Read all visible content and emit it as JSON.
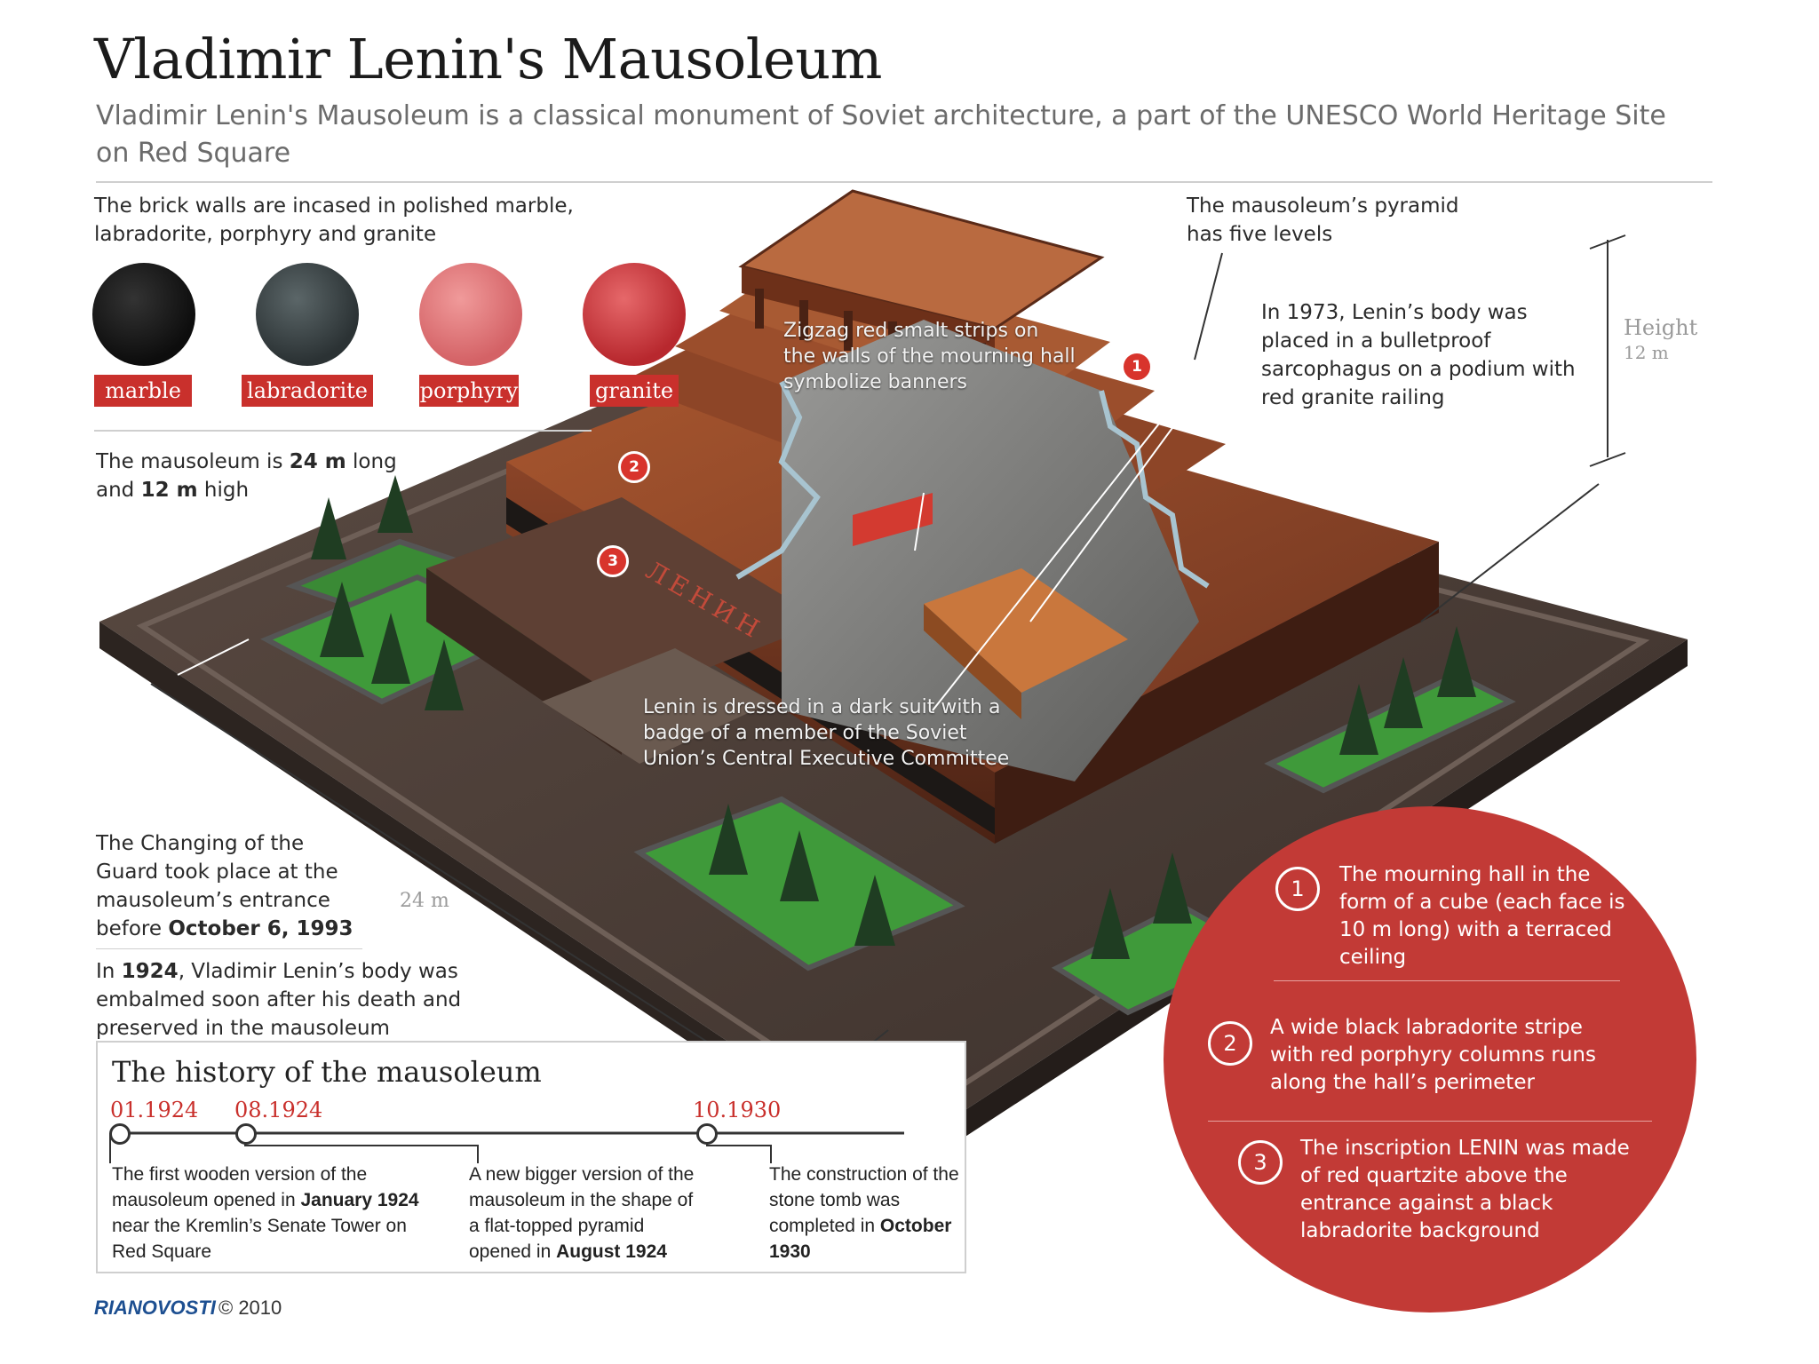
{
  "header": {
    "title": "Vladimir Lenin's Mausoleum",
    "subtitle": "Vladimir Lenin's Mausoleum is a classical monument of Soviet architecture, a part of the UNESCO World Heritage Site on Red Square"
  },
  "materials": {
    "intro": "The brick walls are incased in polished marble, labradorite, porphyry and granite",
    "items": [
      {
        "label": "marble",
        "color": "#1a1a1a"
      },
      {
        "label": "labradorite",
        "color": "#3b4446"
      },
      {
        "label": "porphyry",
        "color": "#d9676a"
      },
      {
        "label": "granite",
        "color": "#c9393d"
      }
    ]
  },
  "facts": {
    "size_pre": "The mausoleum is ",
    "size_length": "24 m",
    "size_mid": " long and ",
    "size_height": "12 m",
    "size_post": " high",
    "pyramid": "The mausoleum’s pyramid has five levels",
    "sarcophagus": "In 1973, Lenin’s body was placed in a bulletproof sarcophagus on a podium with red granite railing",
    "zigzag": "Zigzag red smalt strips on the walls of the mourning hall symbolize banners",
    "dressed": "Lenin is dressed in a dark suit with a badge of a member of the Soviet Union’s Central Executive Committee",
    "guard_text": "The Changing of the Guard took place at the mausoleum’s entrance before",
    "guard_date": "October 6, 1993",
    "embalm_year": "1924",
    "embalm_pre": "In ",
    "embalm_text": ", Vladimir Lenin’s body was embalmed soon after his death and preserved in the mausoleum",
    "height_label": "Height",
    "height_value": "12 m",
    "length_value": "24 m",
    "inscription": "ЛЕНИН"
  },
  "markers": [
    "1",
    "2",
    "3"
  ],
  "features": [
    {
      "num": "1",
      "text": "The mourning hall in the form of a cube (each face is 10 m long) with a terraced ceiling"
    },
    {
      "num": "2",
      "text": "A wide black labradorite stripe with red porphyry columns runs along the hall’s perimeter"
    },
    {
      "num": "3",
      "text": "The inscription LENIN was made of red quartzite above the entrance against a black labradorite background"
    }
  ],
  "history": {
    "title": "The history of the mausoleum",
    "events": [
      {
        "date": "01.1924",
        "pre": "The first wooden version of the mausoleum opened in ",
        "bold": "January 1924",
        "post": " near the Kremlin’s Senate Tower on Red Square"
      },
      {
        "date": "08.1924",
        "pre": "A new bigger version of the mausoleum in the shape of a flat-topped pyramid opened in ",
        "bold": "August 1924",
        "post": ""
      },
      {
        "date": "10.1930",
        "pre": "The construction of the stone tomb was completed in ",
        "bold": "October 1930",
        "post": ""
      }
    ]
  },
  "footer": {
    "logo": "RIANOVOSTI",
    "copyright": "© 2010"
  }
}
